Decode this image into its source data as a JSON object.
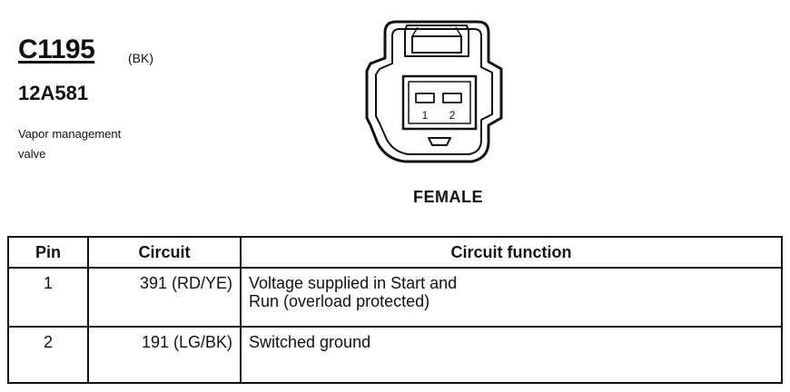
{
  "connector": {
    "id": "C1195",
    "color_code": "(BK)",
    "part_number": "12A581",
    "description_lines": [
      "Vapor management",
      "valve"
    ],
    "gender": "FEMALE",
    "pin_labels": [
      "1",
      "2"
    ]
  },
  "table": {
    "headers": [
      "Pin",
      "Circuit",
      "Circuit function"
    ],
    "rows": [
      {
        "pin": "1",
        "circuit": "391 (RD/YE)",
        "function_lines": [
          "Voltage supplied in Start and",
          "Run (overload protected)"
        ]
      },
      {
        "pin": "2",
        "circuit": "191 (LG/BK)",
        "function_lines": [
          "Switched ground"
        ]
      }
    ]
  }
}
